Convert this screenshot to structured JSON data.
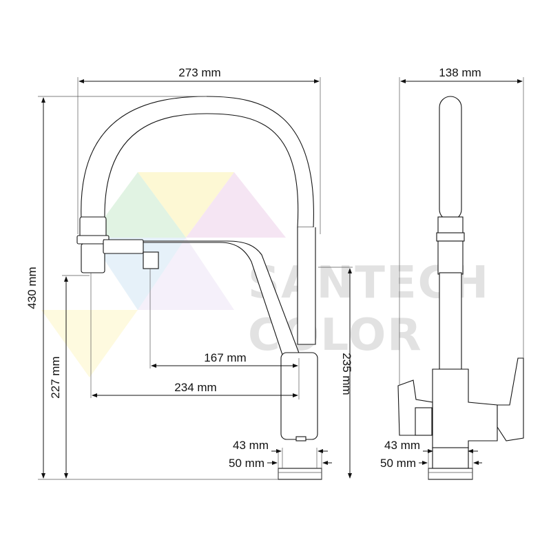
{
  "colors": {
    "line": "#111111",
    "watermark": "#e2e2e2",
    "tri_green": "#d9f0dc",
    "tri_yellow": "#fdf6c9",
    "tri_pink": "#f3dff0",
    "tri_blue": "#dcebf7"
  },
  "watermark": {
    "line1": "SANTECH",
    "line2": "COLOR"
  },
  "dimensions": {
    "width_front": "273 mm",
    "width_side": "138 mm",
    "height_total": "430 mm",
    "height_spout": "227 mm",
    "height_body": "235 mm",
    "reach_short": "167 mm",
    "reach_long": "234 mm",
    "base_inner_front": "43 mm",
    "base_outer_front": "50 mm",
    "base_inner_side": "43 mm",
    "base_outer_side": "50 mm"
  }
}
